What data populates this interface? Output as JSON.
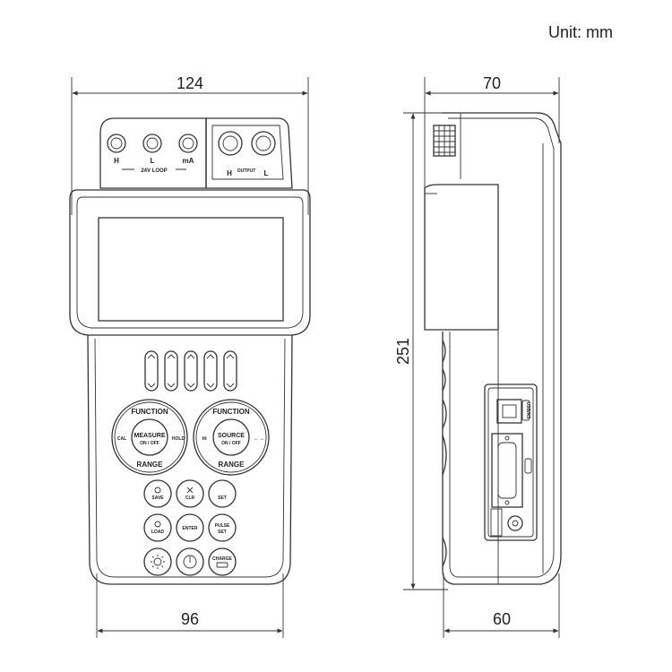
{
  "unit_label": "Unit: mm",
  "dimensions": {
    "front_top_width": "124",
    "front_bottom_width": "96",
    "side_top_depth": "70",
    "side_bottom_depth": "60",
    "height": "251"
  },
  "front_view": {
    "terminals": {
      "h": "H",
      "l": "L",
      "ma": "mA"
    },
    "loop_label": "24V LOOP",
    "output_label": "OUTPUT",
    "output_h": "H",
    "output_l": "L",
    "measure_dial": {
      "top": "FUNCTION",
      "bottom": "RANGE",
      "center": "MEASURE",
      "sub": "ON / OFF",
      "left": "CAL ",
      "right": "HOLD"
    },
    "source_dial": {
      "top": "FUNCTION",
      "bottom": "RANGE",
      "center": "SOURCE",
      "sub": "ON / OFF",
      "left": "m",
      "right": "←→"
    },
    "keys": {
      "save": "SAVE",
      "clr": "CLR",
      "set": "SET",
      "load": "LOAD",
      "enter": "ENTER",
      "pulse": "PULSE",
      "pulse_set": "SET",
      "charge": "CHARGE"
    }
  },
  "side_view": {
    "connector_label": "USB/RS"
  }
}
